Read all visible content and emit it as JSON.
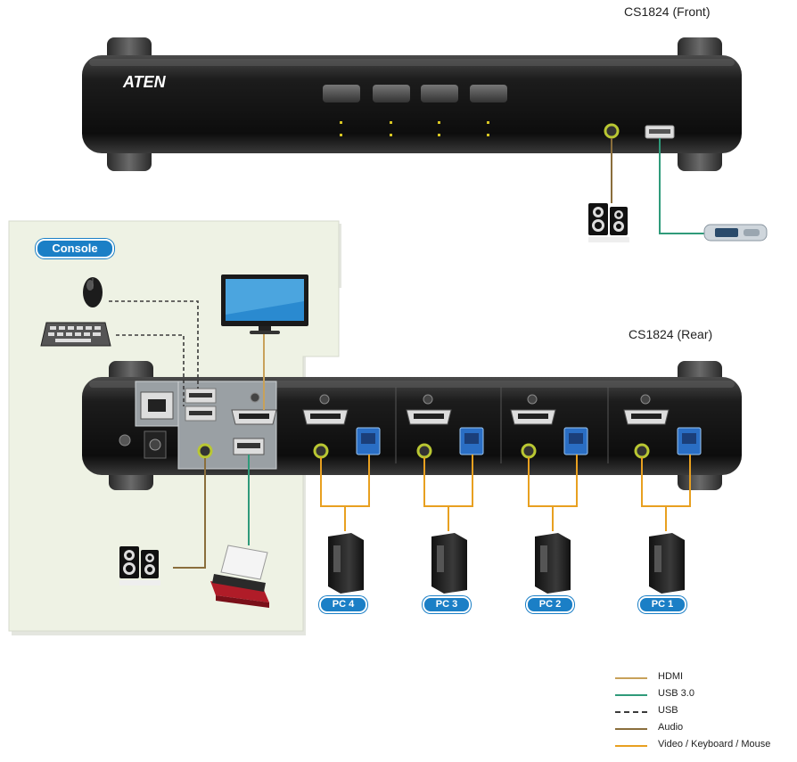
{
  "front": {
    "title": "CS1824 (Front)",
    "brand": "ATEN"
  },
  "rear": {
    "title": "CS1824 (Rear)"
  },
  "console": {
    "label": "Console"
  },
  "pcs": [
    {
      "label": "PC 4"
    },
    {
      "label": "PC 3"
    },
    {
      "label": "PC 2"
    },
    {
      "label": "PC 1"
    }
  ],
  "legend": [
    {
      "label": "HDMI",
      "color": "#c8a15a",
      "style": "solid"
    },
    {
      "label": "USB 3.0",
      "color": "#2f9a7a",
      "style": "solid"
    },
    {
      "label": "USB",
      "color": "#3b3b3b",
      "style": "dashed"
    },
    {
      "label": "Audio",
      "color": "#8a6e3c",
      "style": "solid"
    },
    {
      "label": "Video / Keyboard / Mouse",
      "color": "#e8a020",
      "style": "solid"
    }
  ],
  "colors": {
    "hdmi": "#c8a15a",
    "usb3": "#2f9a7a",
    "usb": "#3b3b3b",
    "audio": "#8a6e3c",
    "vkm": "#e8a020",
    "accent": "#1b7fc6",
    "console_bg": "#eef2e4"
  }
}
